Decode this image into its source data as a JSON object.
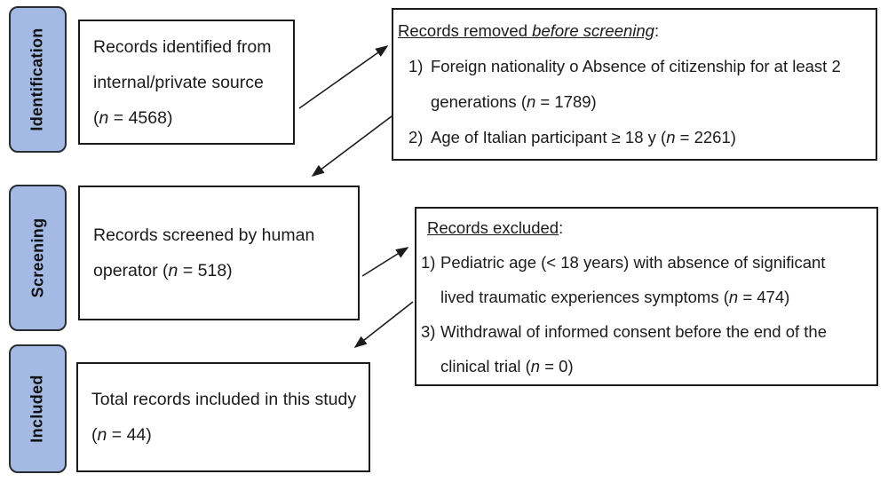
{
  "figure": {
    "kind": "record-screening-flow-diagram"
  },
  "colors": {
    "stage_fill": "#a4b9e3",
    "stage_border": "#2a2c33",
    "box_border": "#1b1b1b",
    "text": "#1b1b1b",
    "arrow": "#1b1b1b",
    "background": "#ffffff"
  },
  "stages": [
    {
      "label": "Identification"
    },
    {
      "label": "Screening"
    },
    {
      "label": "Included"
    }
  ],
  "boxes": {
    "identified": {
      "lines": [
        {
          "seg": [
            {
              "t": "Records identified from"
            }
          ]
        },
        {
          "seg": [
            {
              "t": "internal/private source"
            }
          ]
        },
        {
          "seg": [
            {
              "t": "("
            },
            {
              "t": "n",
              "s": "i"
            },
            {
              "t": " = 4568)"
            }
          ]
        }
      ]
    },
    "removed": {
      "lines": [
        {
          "type": "heading",
          "seg": [
            {
              "t": "Records removed ",
              "s": "u"
            },
            {
              "t": "before screening",
              "s": "iu"
            },
            {
              "t": ":"
            }
          ]
        },
        {
          "type": "item",
          "marker": "1)",
          "seg": [
            {
              "t": "Foreign nationality o Absence of citizenship for at least 2"
            }
          ]
        },
        {
          "type": "cont",
          "seg": [
            {
              "t": "generations ("
            },
            {
              "t": "n",
              "s": "i"
            },
            {
              "t": " = 1789)"
            }
          ]
        },
        {
          "type": "item",
          "marker": "2)",
          "seg": [
            {
              "t": "Age of Italian participant ≥ 18 y ("
            },
            {
              "t": "n",
              "s": "i"
            },
            {
              "t": " = 2261)"
            }
          ]
        }
      ]
    },
    "screened": {
      "lines": [
        {
          "seg": [
            {
              "t": "Records screened by human"
            }
          ]
        },
        {
          "seg": [
            {
              "t": "operator ("
            },
            {
              "t": "n",
              "s": "i"
            },
            {
              "t": " = 518)"
            }
          ]
        }
      ]
    },
    "excluded": {
      "lines": [
        {
          "type": "heading",
          "seg": [
            {
              "t": "Records excluded",
              "s": "u"
            },
            {
              "t": ":"
            }
          ]
        },
        {
          "type": "item",
          "marker": "1)",
          "seg": [
            {
              "t": "Pediatric age (< 18 years) with absence of significant"
            }
          ]
        },
        {
          "type": "cont",
          "seg": [
            {
              "t": "lived traumatic experiences symptoms ("
            },
            {
              "t": "n",
              "s": "i"
            },
            {
              "t": " = 474)"
            }
          ]
        },
        {
          "type": "item",
          "marker": "3)",
          "seg": [
            {
              "t": "Withdrawal of informed consent before the end of the"
            }
          ]
        },
        {
          "type": "cont",
          "seg": [
            {
              "t": "clinical trial ("
            },
            {
              "t": "n",
              "s": "i"
            },
            {
              "t": " = 0)"
            }
          ]
        }
      ]
    },
    "included": {
      "lines": [
        {
          "seg": [
            {
              "t": "Total records included in this study"
            }
          ]
        },
        {
          "seg": [
            {
              "t": "("
            },
            {
              "t": "n",
              "s": "i"
            },
            {
              "t": " = 44)"
            }
          ]
        }
      ]
    }
  },
  "arrows": [
    {
      "from": "records-identified",
      "to": "records-removed"
    },
    {
      "from": "records-removed",
      "to": "records-screened"
    },
    {
      "from": "records-screened",
      "to": "records-excluded"
    },
    {
      "from": "records-excluded",
      "to": "records-included"
    }
  ]
}
